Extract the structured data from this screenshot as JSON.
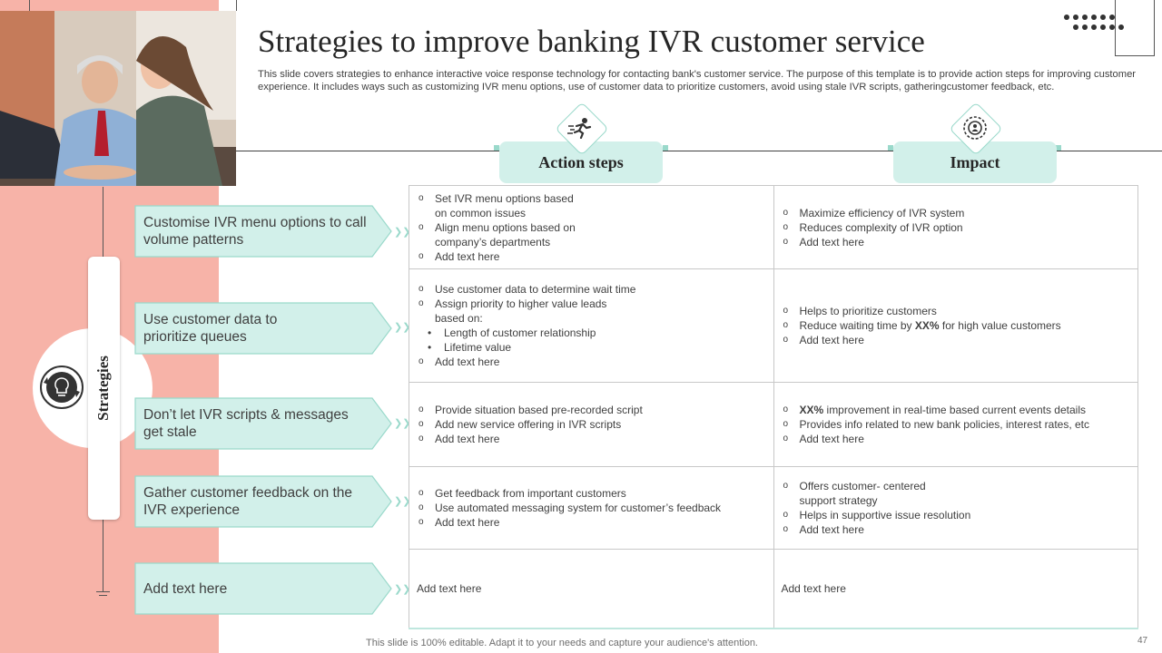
{
  "header": {
    "title": "Strategies to improve banking IVR customer service",
    "subtitle": "This slide covers strategies to enhance interactive voice response technology for contacting bank's customer service. The purpose of this template is to provide action steps for improving customer experience. It includes ways such as customizing IVR menu options, use of customer data to prioritize customers, avoid using stale IVR scripts, gatheringcustomer feedback, etc."
  },
  "sidebar": {
    "label": "Strategies"
  },
  "columns": {
    "action": "Action steps",
    "impact": "Impact"
  },
  "strategies": [
    "Customise IVR menu options to call volume patterns",
    "Use customer data to\nprioritize queues",
    "Don’t let IVR scripts & messages\n get stale",
    "Gather customer feedback on the\n IVR experience",
    "Add text here"
  ],
  "rows": [
    {
      "action": [
        "Set IVR menu options based\non common issues",
        "Align menu options based on\n company’s departments",
        "Add text here"
      ],
      "impact": [
        "Maximize efficiency of IVR system",
        "Reduces complexity of IVR option",
        "Add text here"
      ]
    },
    {
      "action": [
        "Use customer data to determine wait time",
        "Assign priority to higher value  leads\nbased on:"
      ],
      "action_sub": [
        "Length of customer relationship",
        "Lifetime value"
      ],
      "action_tail": [
        "Add text here"
      ],
      "impact": [
        "Helps to prioritize customers",
        "Reduce waiting time by  XX%  for high value  customers",
        "Add text here"
      ]
    },
    {
      "action": [
        "Provide  situation based pre-recorded  script",
        "Add new service offering  in IVR scripts",
        "Add text here"
      ],
      "impact": [
        "XX% improvement  in real-time based current events details",
        "Provides info related to new bank policies, interest rates, etc",
        "Add text here"
      ]
    },
    {
      "action": [
        "Get feedback  from  important customers",
        "Use automated messaging system for customer’s feedback",
        "Add text here"
      ],
      "impact": [
        "Offers customer- centered\nsupport strategy",
        "Helps in supportive  issue resolution",
        "Add text here"
      ]
    },
    {
      "action_plain": "Add text here",
      "impact_plain": "Add text here"
    }
  ],
  "footer": "This slide is 100% editable. Adapt it to your needs and capture your audience's attention.",
  "page_number": "47",
  "colors": {
    "salmon": "#f7b3a8",
    "mint": "#d2f0ea",
    "mint_border": "#9ad9cb"
  },
  "icons": {
    "photo": "photo-bank-staff",
    "strategy": "lightbulb-cycle-icon",
    "action": "running-person-icon",
    "impact": "target-people-icon"
  }
}
